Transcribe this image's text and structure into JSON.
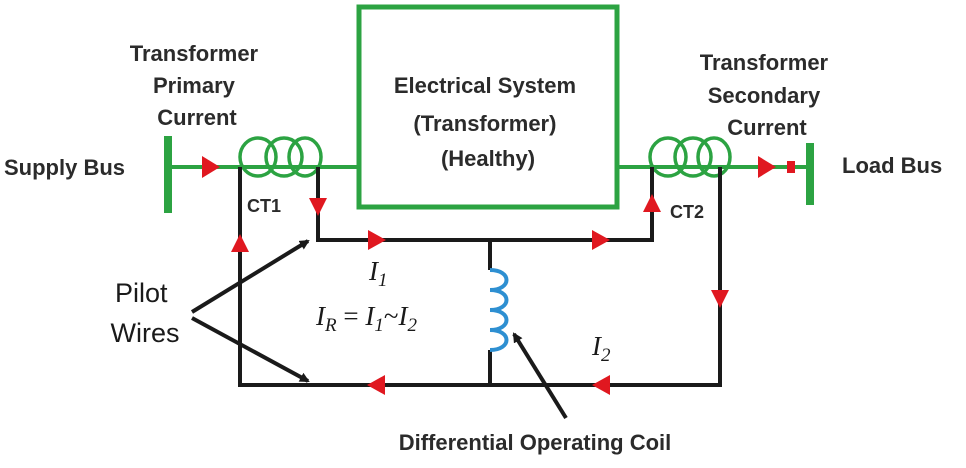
{
  "labels": {
    "primary_current": [
      "Transformer",
      "Primary",
      "Current"
    ],
    "secondary_current": [
      "Transformer",
      "Secondary",
      "Current"
    ],
    "system_box": [
      "Electrical System",
      "(Transformer)",
      "(Healthy)"
    ],
    "supply_bus": "Supply Bus",
    "load_bus": "Load Bus",
    "ct1": "CT1",
    "ct2": "CT2",
    "pilot_wires": [
      "Pilot",
      "Wires"
    ],
    "coil": "Differential Operating Coil"
  },
  "math": {
    "i1": {
      "base": "I",
      "sub": "1"
    },
    "i2": {
      "base": "I",
      "sub": "2"
    },
    "ir": {
      "base": "I",
      "sub": "R",
      "eq": " = ",
      "a_base": "I",
      "a_sub": "1",
      "op": "~",
      "b_base": "I",
      "b_sub": "2"
    }
  },
  "colors": {
    "line_green": "#2ca342",
    "wire": "#1a1a1a",
    "arrow_red": "#e01820",
    "coil_blue": "#2e8fd1",
    "text": "#2b2b2b"
  }
}
